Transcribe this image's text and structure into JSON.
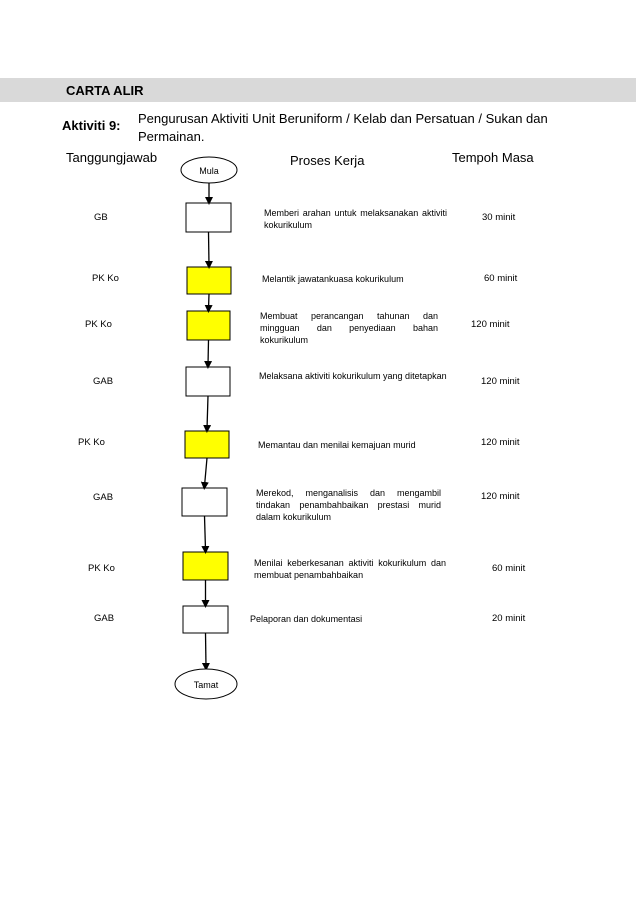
{
  "header": {
    "title": "CARTA ALIR"
  },
  "activity": {
    "label": "Aktiviti 9:",
    "description": "Pengurusan  Aktiviti  Unit  Beruniform  / Kelab dan Persatuan / Sukan dan Permainan."
  },
  "columns": {
    "responsibility": "Tanggungjawab",
    "process": "Proses Kerja",
    "duration": "Tempoh Masa"
  },
  "terminals": {
    "start": "Mula",
    "end": "Tamat"
  },
  "steps": [
    {
      "role": "GB",
      "text": "Memberi  arahan  untuk  melaksanakan aktiviti kokurikulum",
      "time": "30 minit",
      "highlight": false
    },
    {
      "role": "PK Ko",
      "text": "Melantik jawatankuasa kokurikulum",
      "time": "60 minit",
      "highlight": true
    },
    {
      "role": "PK Ko",
      "text": "Membuat  perancangan  tahunan  dan mingguan  dan  penyediaan  bahan kokurikulum",
      "time": "120 minit",
      "highlight": true
    },
    {
      "role": "GAB",
      "text": "Melaksana  aktiviti  kokurikulum  yang ditetapkan",
      "time": "120 minit",
      "highlight": false
    },
    {
      "role": "PK Ko",
      "text": "Memantau dan menilai kemajuan murid",
      "time": "120 minit",
      "highlight": true
    },
    {
      "role": "GAB",
      "text": "Merekod,  menganalisis  dan  mengambil tindakan penambahbaikan prestasi murid dalam kokurikulum",
      "time": "120 minit",
      "highlight": false
    },
    {
      "role": "PK Ko",
      "text": "Menilai  keberkesanan  aktiviti  kokurikulum dan membuat penambahbaikan",
      "time": "60 minit",
      "highlight": true
    },
    {
      "role": "GAB",
      "text": "Pelaporan dan dokumentasi",
      "time": "20 minit",
      "highlight": false
    }
  ],
  "colors": {
    "highlight_fill": "#ffff00",
    "box_fill": "#ffffff",
    "header_bg": "#d9d9d9"
  }
}
